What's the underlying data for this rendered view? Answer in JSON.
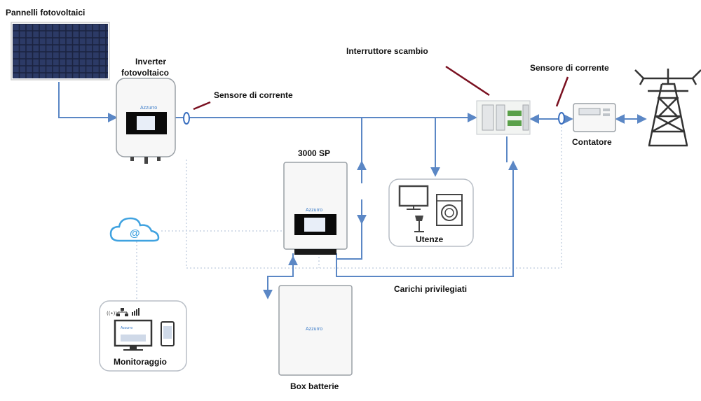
{
  "labels": {
    "pannelli": "Pannelli fotovoltaici",
    "inverter_line1": "Inverter",
    "inverter_line2": "fotovoltaico",
    "sensore_left": "Sensore di corrente",
    "interruttore": "Interruttore scambio",
    "sensore_right": "Sensore di corrente",
    "contatore": "Contatore",
    "sp3000": "3000 SP",
    "utenze": "Utenze",
    "carichi": "Carichi privilegiati",
    "monitoraggio": "Monitoraggio",
    "box_batterie": "Box batterie"
  },
  "brand": {
    "logo_text": "Azzurro"
  },
  "monitor_icons": {
    "wifi_text": "((•))"
  },
  "cloud": {
    "symbol": "@"
  },
  "colors": {
    "wire": "#5b87c5",
    "dotted": "#c9d3e3",
    "indicator": "#7a1020",
    "device_border": "#9aa0a6",
    "panel_cell": "#1b2340",
    "screen": "#0a0a0a",
    "cloud": "#3fa2e0"
  }
}
